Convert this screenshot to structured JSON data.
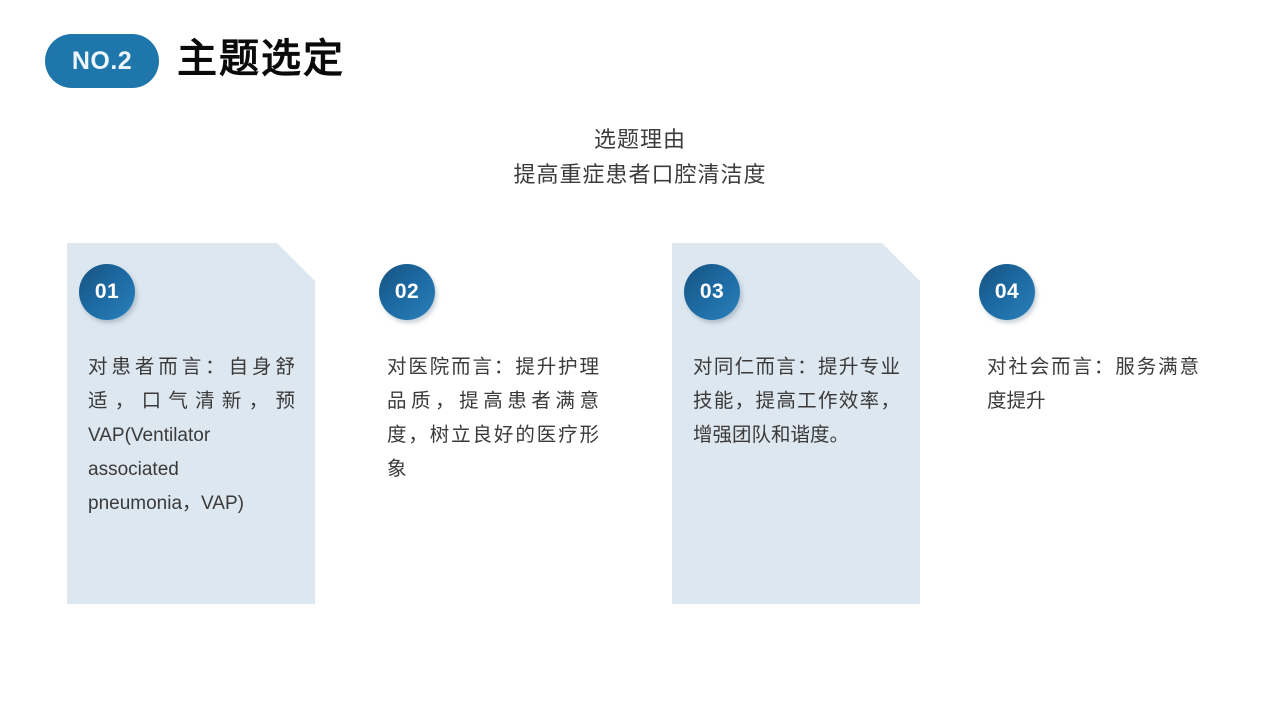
{
  "header": {
    "badge_label": "NO.2",
    "title": "主题选定"
  },
  "subtitle": {
    "line1": "选题理由",
    "line2": "提高重症患者口腔清洁度"
  },
  "colors": {
    "accent_pill": "#1f76ab",
    "panel_bg": "#dde7f0",
    "badge_gradient_start": "#17527e",
    "badge_gradient_end": "#2a80ba",
    "body_text": "#3a3a3a",
    "title_text": "#0a0a0a"
  },
  "cards": [
    {
      "number": "01",
      "has_panel": true,
      "text_cjk_lead": "对患者而言：自身舒适，口气清新，预",
      "text_latin": "VAP(Ventilator associated pneumonia，VAP)",
      "text_full": "对患者而言：自身舒适，口气清新，预VAP(Ventilator associated pneumonia，VAP)"
    },
    {
      "number": "02",
      "has_panel": false,
      "text_full": "对医院而言：提升护理品质，提高患者满意度，树立良好的医疗形象"
    },
    {
      "number": "03",
      "has_panel": true,
      "text_full": "对同仁而言：提升专业技能，提高工作效率，增强团队和谐度。"
    },
    {
      "number": "04",
      "has_panel": false,
      "text_full": "对社会而言：服务满意度提升"
    }
  ]
}
